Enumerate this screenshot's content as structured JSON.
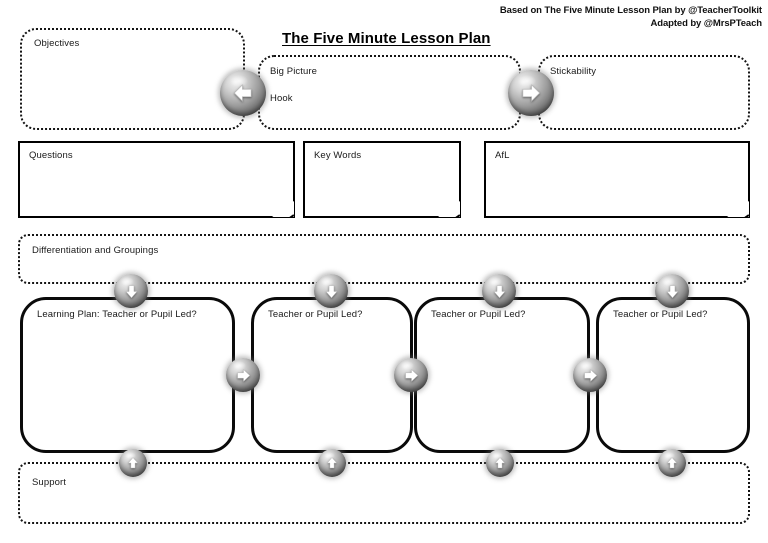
{
  "header": {
    "title": "The Five Minute Lesson Plan",
    "credit_line_1": "Based on The Five Minute Lesson Plan by @TeacherToolkit",
    "credit_line_2": "Adapted by @MrsPTeach"
  },
  "panels": {
    "objectives": {
      "label": "Objectives"
    },
    "big_picture": {
      "label": "Big Picture"
    },
    "hook": {
      "label": "Hook"
    },
    "stickability": {
      "label": "Stickability"
    },
    "questions": {
      "label": "Questions"
    },
    "key_words": {
      "label": "Key Words"
    },
    "afl": {
      "label": "AfL"
    },
    "differentiation": {
      "label": "Differentiation and Groupings"
    },
    "support": {
      "label": "Support"
    }
  },
  "learning_plan": {
    "boxes": [
      {
        "label": "Learning Plan:  Teacher or Pupil Led?"
      },
      {
        "label": "Teacher or Pupil Led?"
      },
      {
        "label": "Teacher or Pupil Led?"
      },
      {
        "label": "Teacher or Pupil Led?"
      }
    ]
  },
  "icons": {
    "arrow_left": "arrow-left-icon",
    "arrow_right": "arrow-right-icon",
    "arrow_down": "arrow-down-icon",
    "arrow_up": "arrow-up-icon"
  },
  "colors": {
    "ink": "#000000",
    "paper": "#ffffff",
    "sphere_light": "#f2f2f2",
    "sphere_mid": "#9c9c9c",
    "sphere_dark": "#2a2a2a"
  }
}
